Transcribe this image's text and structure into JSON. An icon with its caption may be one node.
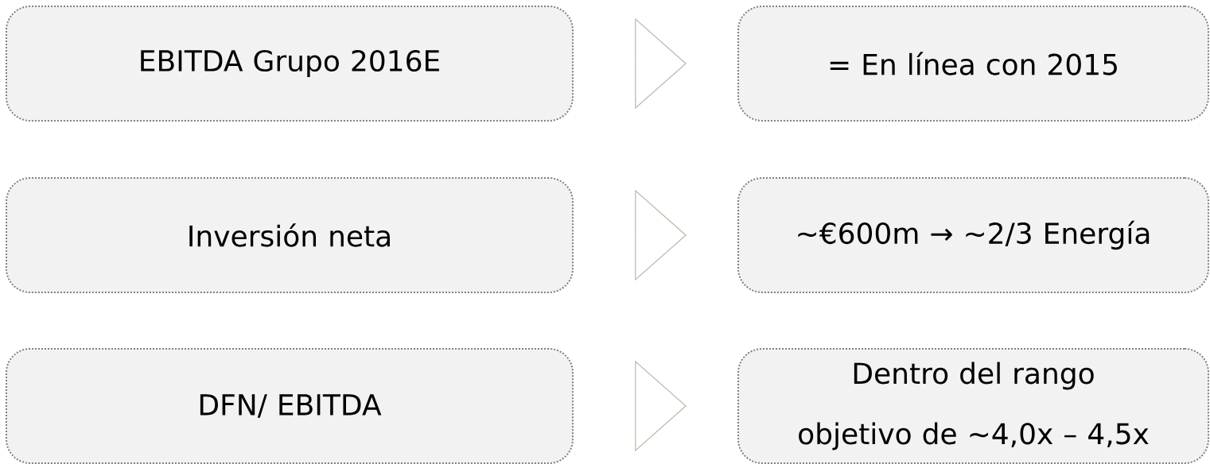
{
  "diagram": {
    "nodes": [
      {
        "text": [
          "EBITDA Grupo 2016E"
        ]
      },
      {
        "text": [
          "= En línea con 2015"
        ]
      },
      {
        "text": [
          "Inversión neta"
        ]
      },
      {
        "text": [
          "~€600m → ~2/3 Energía"
        ]
      },
      {
        "text": [
          "DFN/ EBITDA"
        ]
      },
      {
        "text": [
          "Dentro del rango objetivo de ~4,0x – 4,5x"
        ]
      }
    ],
    "edges": [
      {
        "from": 0,
        "to": 1,
        "arrow": "to"
      },
      {
        "from": 2,
        "to": 3,
        "arrow": "to"
      },
      {
        "from": 4,
        "to": 5,
        "arrow": "to"
      }
    ]
  }
}
